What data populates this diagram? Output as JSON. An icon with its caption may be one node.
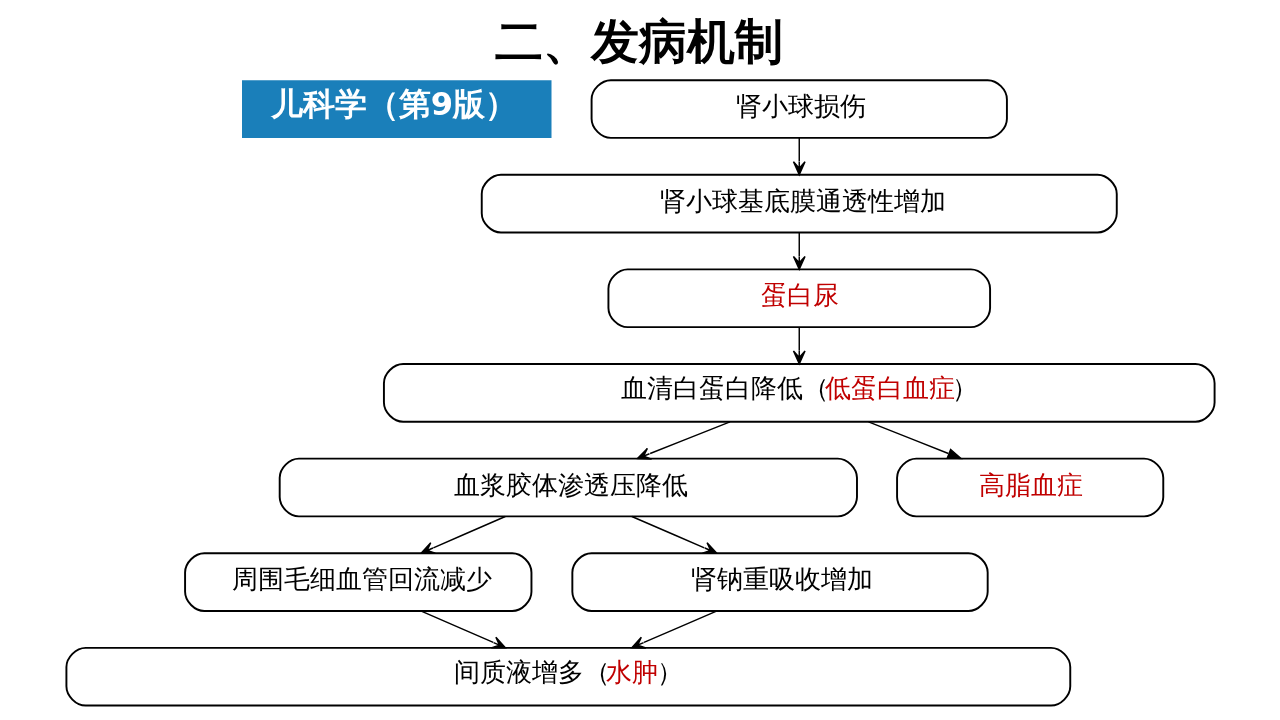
{
  "diagram": {
    "title": "二、发病机制",
    "nodes": [
      {
        "text": [
          "肾小球损伤"
        ]
      },
      {
        "text": [
          "肾小球基底膜通透性增加"
        ]
      },
      {
        "text": [
          "蛋白尿"
        ]
      },
      {
        "text": [
          "血清白蛋白降低（低蛋白血症）"
        ]
      },
      {
        "text": [
          "血浆胶体渗透压降低"
        ]
      },
      {
        "text": [
          "高脂血症"
        ]
      },
      {
        "text": [
          "周围毛细血管回流减少"
        ]
      },
      {
        "text": [
          "肾钠重吸收增加"
        ]
      },
      {
        "text": [
          "间质液增多（水肿）"
        ]
      }
    ],
    "edges": [
      {
        "from": 0,
        "to": 1,
        "arrow": "to"
      },
      {
        "from": 1,
        "to": 2,
        "arrow": "to"
      },
      {
        "from": 2,
        "to": 3,
        "arrow": "to"
      },
      {
        "from": 3,
        "to": 4,
        "arrow": "to"
      },
      {
        "from": 3,
        "to": 5,
        "arrow": "to"
      },
      {
        "from": 4,
        "to": 6,
        "arrow": "to"
      },
      {
        "from": 4,
        "to": 7,
        "arrow": "to"
      },
      {
        "from": 6,
        "to": 8,
        "arrow": "to"
      },
      {
        "from": 7,
        "to": 8,
        "arrow": "to"
      }
    ],
    "labels": [
      "儿科学（第9版）"
    ]
  }
}
